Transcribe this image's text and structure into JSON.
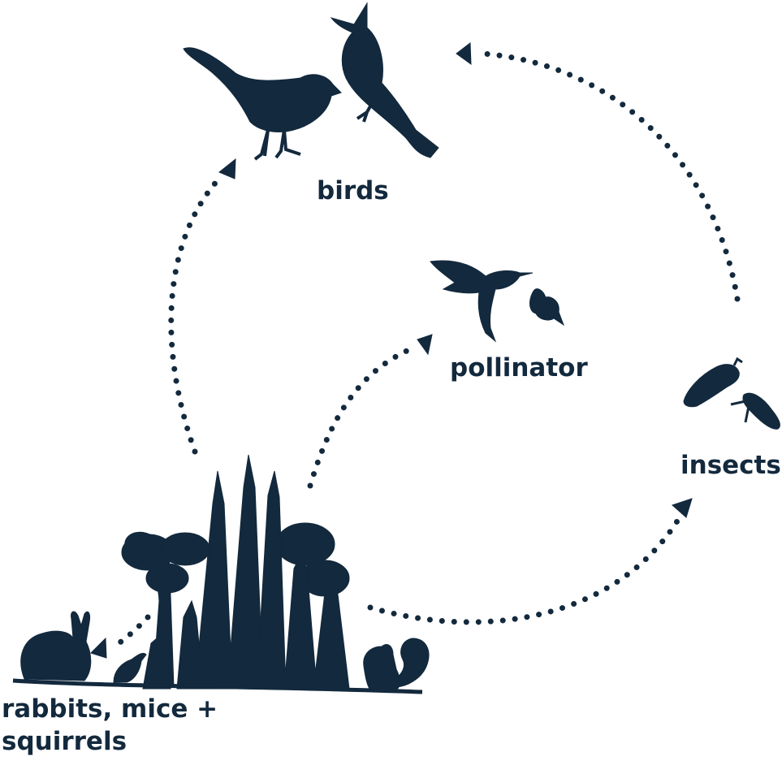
{
  "colors": {
    "ink": "#13293d",
    "background": "#ffffff"
  },
  "labels": {
    "birds": "birds",
    "pollinator": "pollinator",
    "insects": "insects",
    "small_mammals_line1": "rabbits, mice +",
    "small_mammals_line2": "squirrels"
  },
  "icons": {
    "birds": [
      "songbird-icon",
      "blue-jay-icon"
    ],
    "pollinator": [
      "hummingbird-icon",
      "butterfly-icon"
    ],
    "insects": [
      "caterpillar-icon",
      "beetle-icon"
    ],
    "small_mammals": [
      "rabbit-icon",
      "mouse-icon",
      "squirrel-icon"
    ],
    "plants": "native-plants-icon"
  }
}
